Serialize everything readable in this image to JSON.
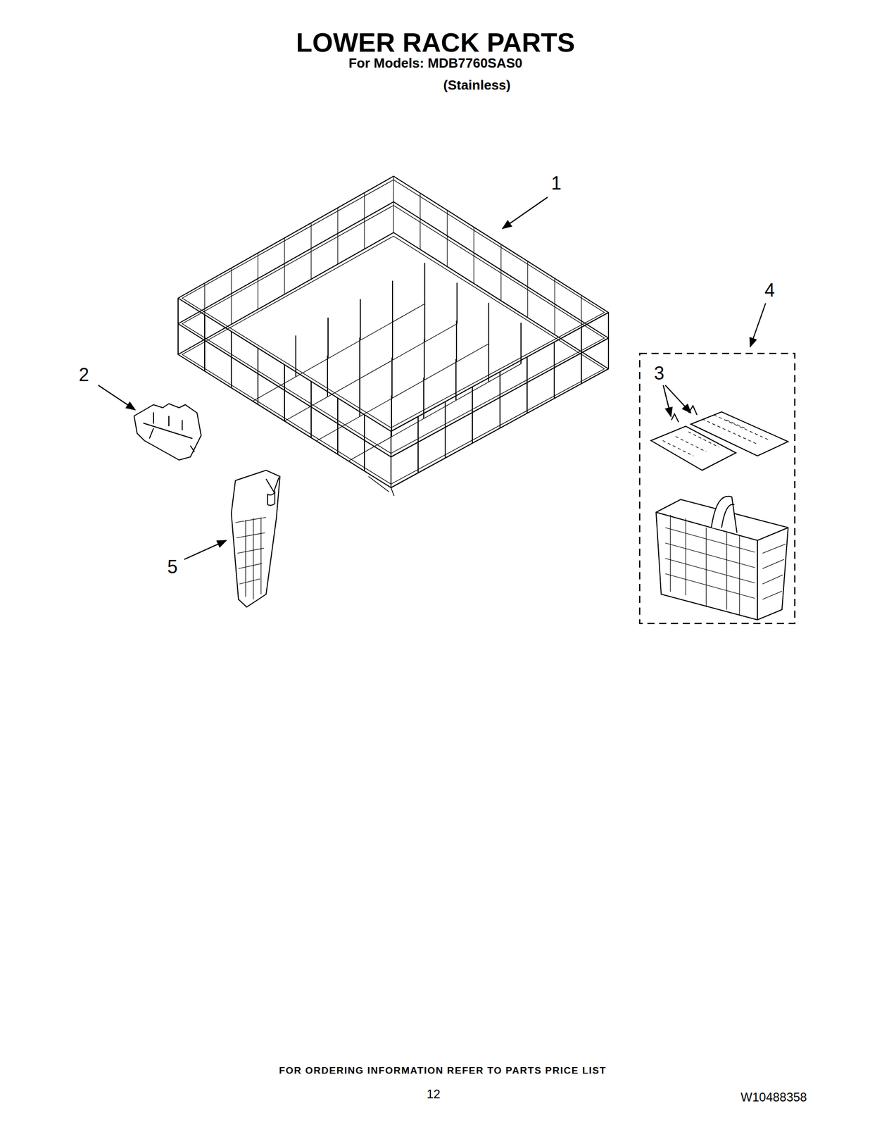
{
  "diagram": {
    "title": "LOWER RACK PARTS",
    "labels": [
      "For Models: MDB7760SAS0",
      "(Stainless)",
      "1",
      "2",
      "3",
      "4",
      "5",
      "FOR ORDERING INFORMATION REFER TO PARTS PRICE LIST",
      "12",
      "W10488358"
    ]
  }
}
